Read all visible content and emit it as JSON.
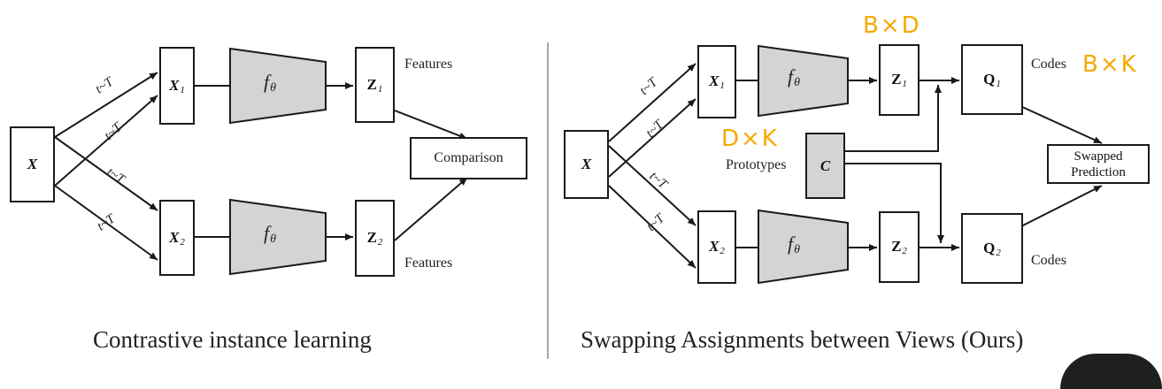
{
  "left": {
    "input": {
      "var": "X"
    },
    "views": [
      {
        "var": "X",
        "sub": "1"
      },
      {
        "var": "X",
        "sub": "2"
      }
    ],
    "encoder": {
      "sym": "f",
      "sub": "θ"
    },
    "features": [
      {
        "var": "Z",
        "sub": "1"
      },
      {
        "var": "Z",
        "sub": "2"
      }
    ],
    "features_label": "Features",
    "comparison_label": "Comparison",
    "transform_label": "t~T",
    "caption": "Contrastive instance learning"
  },
  "right": {
    "input": {
      "var": "X"
    },
    "views": [
      {
        "var": "X",
        "sub": "1"
      },
      {
        "var": "X",
        "sub": "2"
      }
    ],
    "encoder": {
      "sym": "f",
      "sub": "θ"
    },
    "features": [
      {
        "var": "Z",
        "sub": "1"
      },
      {
        "var": "Z",
        "sub": "2"
      }
    ],
    "codes": [
      {
        "var": "Q",
        "sub": "1"
      },
      {
        "var": "Q",
        "sub": "2"
      }
    ],
    "codes_label": "Codes",
    "prototypes_label": "Prototypes",
    "prototypes_var": "C",
    "swapped_line1": "Swapped",
    "swapped_line2": "Prediction",
    "transform_label": "t~T",
    "caption": "Swapping Assignments between Views (Ours)",
    "annotations": {
      "features_dim": "B×D",
      "codes_dim": "B×K",
      "prototypes_dim": "D×K"
    }
  },
  "colors": {
    "stroke": "#1a1a1a",
    "encoder_fill": "#d4d4d4",
    "annotation": "#f5a800"
  }
}
